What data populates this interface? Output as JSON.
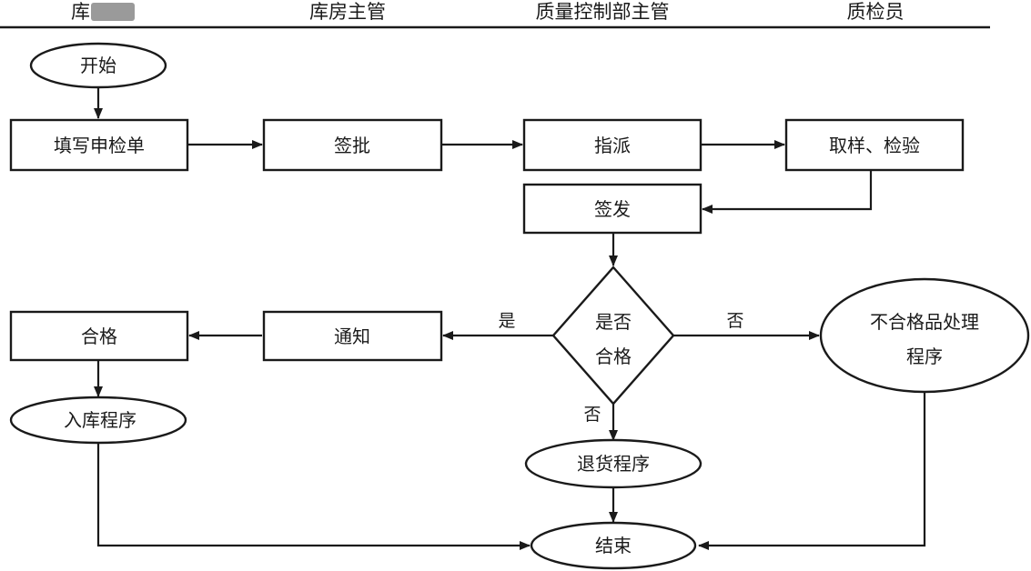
{
  "lanes": {
    "lane1_visible": "库",
    "lane2": "库房主管",
    "lane3": "质量控制部主管",
    "lane4": "质检员"
  },
  "nodes": {
    "start": "开始",
    "fill_form": "填写申检单",
    "approve": "签批",
    "assign": "指派",
    "sample": "取样、检验",
    "issue": "签发",
    "decision_line1": "是否",
    "decision_line2": "合格",
    "notify": "通知",
    "qualified": "合格",
    "storage": "入库程序",
    "nonconforming_line1": "不合格品处理",
    "nonconforming_line2": "程序",
    "return": "退货程序",
    "end": "结束"
  },
  "edges": {
    "yes": "是",
    "no_right": "否",
    "no_down": "否"
  }
}
